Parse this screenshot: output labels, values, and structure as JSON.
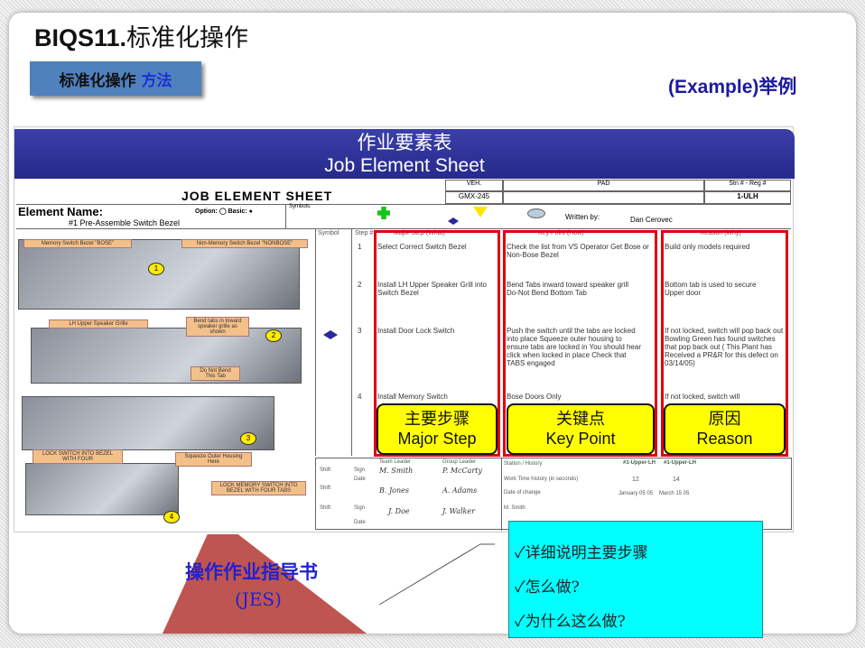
{
  "slide": {
    "title_code": "BIQS11.",
    "title_cn": "标准化操作",
    "method_label": "标准化操作",
    "method_highlight": "方法",
    "example": "(Example)举例"
  },
  "jes": {
    "header_cn": "作业要素表",
    "header_en": "Job Element Sheet",
    "sheet_title": "JOB ELEMENT SHEET",
    "element_name_label": "Element Name:",
    "element_name": "#1 Pre-Assemble Switch Bezel",
    "option_label": "Option:",
    "basic_label": "Basic:",
    "symbols_label": "Symbols:",
    "veh_label": "VEH.",
    "veh_value": "GMX-245",
    "pad_label": "PAD",
    "stn_label": "Stn # - Reg #",
    "stn_value": "1-ULH",
    "written_by_label": "Written by:",
    "written_by": "Dan Cerovec",
    "columns": [
      "Symbol",
      "Step #",
      "Major Step (What)",
      "Key Point (How)",
      "Reason (Why)"
    ],
    "rows": [
      {
        "step": "1",
        "major": "Select Correct Switch Bezel",
        "key": "Check the list from VS Operator Get Bose or Non-Bose Bezel",
        "reason": "Build only models required"
      },
      {
        "step": "2",
        "major": "Install LH Upper Speaker Grill into Switch Bezel",
        "key": "Bend Tabs inward toward speaker grill Do-Not Bend Bottom Tab",
        "reason": "Bottom tab is used to secure Upper door"
      },
      {
        "step": "3",
        "major": "Install Door Lock Switch",
        "key": "Push the switch until the tabs are locked into place Squeeze outer housing to ensure tabs are locked in You should hear click when locked in place Check that TABS engaged",
        "reason": "If not locked, switch will pop back out Bowling Green has found switches that pop back out ( This Plant has Received a PR&R for this defect on 03/14/05)"
      },
      {
        "step": "4",
        "major": "Install Memory Switch",
        "key": "Bose Doors Only",
        "reason": "If not locked, switch will"
      }
    ],
    "callouts": [
      {
        "cn": "主要步骤",
        "en": "Major Step"
      },
      {
        "cn": "关键点",
        "en": "Key Point"
      },
      {
        "cn": "原因",
        "en": "Reason"
      }
    ],
    "photo_tags": [
      "Memory Switch Bezel \"BOSE\"",
      "Non-Memory Switch Bezel \"NONBOSE\"",
      "LH Upper Speaker Grille",
      "Bend tabs in toward speaker grille as shown",
      "Do Not Bend This Tab",
      "LOCK SWITCH INTO BEZEL WITH FOUR",
      "Squeeze Outer Housing Here",
      "LOCK MEMORY SWITCH INTO BEZEL WITH FOUR TABS"
    ],
    "photo_numbers": [
      "1",
      "2",
      "3",
      "4"
    ],
    "signoff": {
      "team_leader": "Team Leader",
      "group_leader": "Group Leader",
      "shift": "Shift",
      "sign": "Sign",
      "date": "Date",
      "names": [
        [
          "M. Smith",
          "P. McCarty"
        ],
        [
          "B. Jones",
          "A. Adams"
        ],
        [
          "J. Doe",
          "J. Walker"
        ]
      ],
      "station_label": "Station / History",
      "upper1": "#1-Upper-LH",
      "upper2": "#1-Upper-LH",
      "work_time_label": "Work Time history (in seconds)",
      "t1": "12",
      "t2": "14",
      "date_change": "Date of change",
      "d1": "January 05 05",
      "d2": "March 15 05",
      "user": "M. Smith"
    }
  },
  "jes_label": {
    "name": "操作作业指导书",
    "abbr": "(JES)"
  },
  "notes": [
    "✓详细说明主要步骤",
    "✓怎么做?",
    "✓为什么这么做?"
  ],
  "colors": {
    "panel_blue": "#4f81bd",
    "band": "#2e3192",
    "red_box": "#e00010",
    "callout": "#ffff00",
    "note_box": "#00ffff",
    "trapezoid": "#bf5550",
    "text_blue": "#2222cc"
  }
}
